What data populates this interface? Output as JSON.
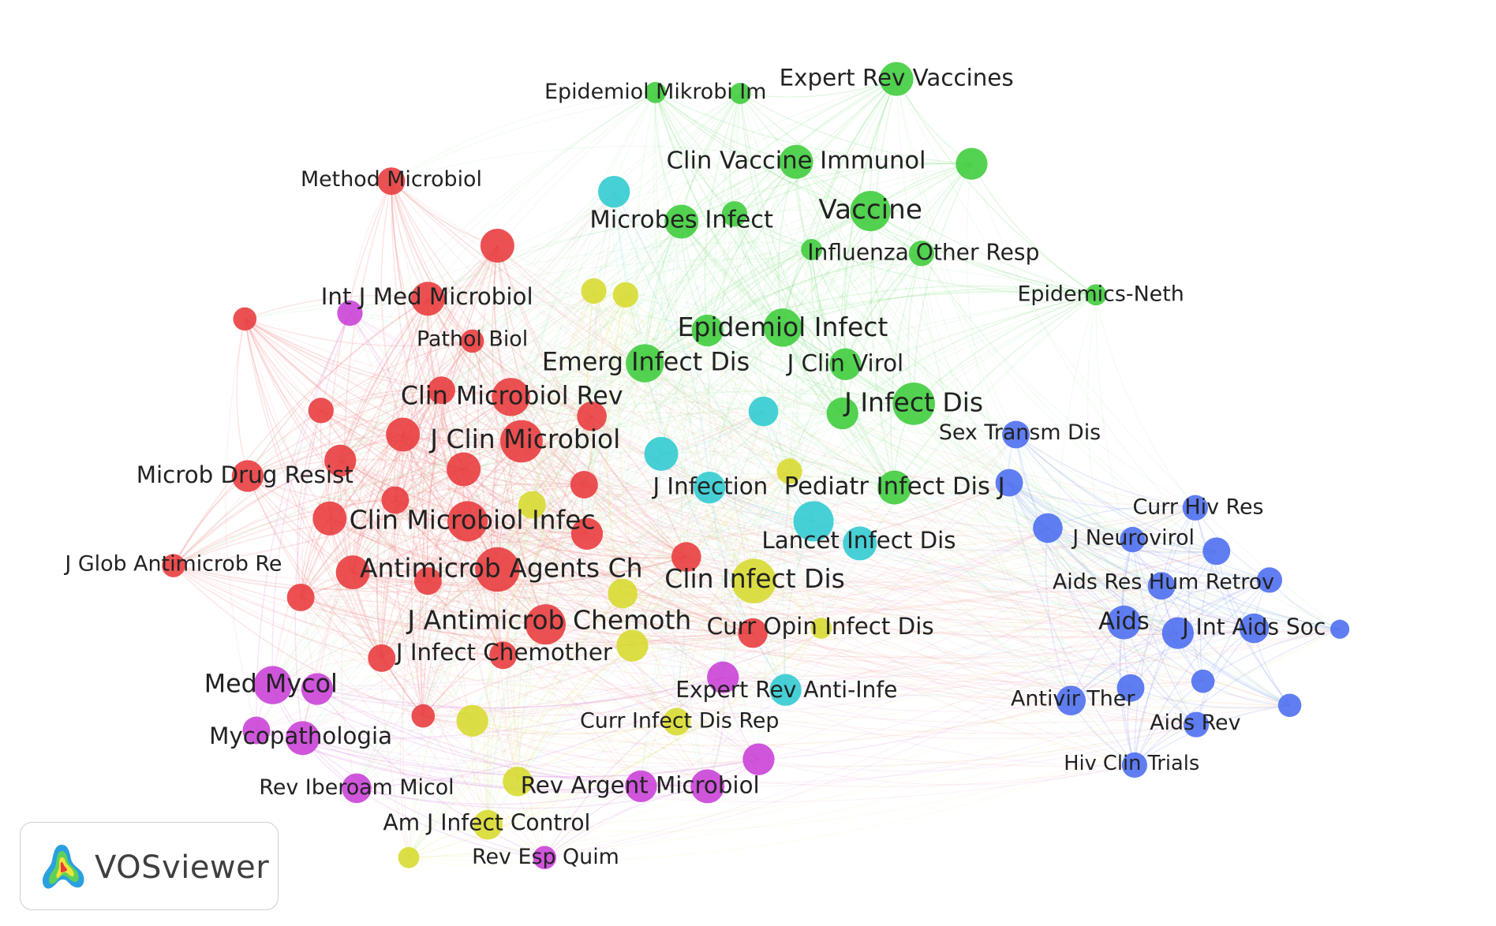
{
  "canvas": {
    "title": ""
  },
  "brand": {
    "name": "VOSviewer"
  },
  "clusters": {
    "red": "#e8393b",
    "green": "#3ccc3a",
    "blue": "#4a6cf0",
    "yellow": "#d7d92c",
    "magenta": "#c83fd6",
    "cyan": "#2ec9d0"
  },
  "nodes": [
    {
      "id": "n1",
      "label": "Epidemiol Mikrobi Im",
      "cluster": "green",
      "weight": 1.0
    },
    {
      "id": "n2",
      "label": "",
      "cluster": "green",
      "weight": 1.0
    },
    {
      "id": "n3",
      "label": "Expert Rev Vaccines",
      "cluster": "green",
      "weight": 1.6
    },
    {
      "id": "n4",
      "label": "Clin Vaccine Immunol",
      "cluster": "green",
      "weight": 1.6
    },
    {
      "id": "n5",
      "label": "",
      "cluster": "green",
      "weight": 1.5
    },
    {
      "id": "n6",
      "label": "Microbes Infect",
      "cluster": "green",
      "weight": 1.6
    },
    {
      "id": "n7",
      "label": "",
      "cluster": "green",
      "weight": 1.2
    },
    {
      "id": "n8",
      "label": "Vaccine",
      "cluster": "green",
      "weight": 1.9
    },
    {
      "id": "n9",
      "label": "",
      "cluster": "green",
      "weight": 1.0
    },
    {
      "id": "n10",
      "label": "Influenza Other Resp",
      "cluster": "green",
      "weight": 1.2
    },
    {
      "id": "n11",
      "label": "Epidemics-Neth",
      "cluster": "green",
      "weight": 1.0
    },
    {
      "id": "n12",
      "label": "Epidemiol Infect",
      "cluster": "green",
      "weight": 1.8
    },
    {
      "id": "n13",
      "label": "",
      "cluster": "green",
      "weight": 1.5
    },
    {
      "id": "n14",
      "label": "Emerg Infect Dis",
      "cluster": "green",
      "weight": 1.8
    },
    {
      "id": "n15",
      "label": "J Clin Virol",
      "cluster": "green",
      "weight": 1.5
    },
    {
      "id": "n16",
      "label": "J Infect Dis",
      "cluster": "green",
      "weight": 2.0
    },
    {
      "id": "n17",
      "label": "",
      "cluster": "green",
      "weight": 1.5
    },
    {
      "id": "n18",
      "label": "Pediatr Infect Dis J",
      "cluster": "green",
      "weight": 1.6
    },
    {
      "id": "n19",
      "label": "Method Microbiol",
      "cluster": "red",
      "weight": 1.3
    },
    {
      "id": "n20",
      "label": "",
      "cluster": "red",
      "weight": 1.6
    },
    {
      "id": "n21",
      "label": "Int J Med Microbiol",
      "cluster": "red",
      "weight": 1.6
    },
    {
      "id": "n22",
      "label": "",
      "cluster": "red",
      "weight": 1.1
    },
    {
      "id": "n23",
      "label": "Pathol Biol",
      "cluster": "red",
      "weight": 1.1
    },
    {
      "id": "n24",
      "label": "Clin Microbiol Rev",
      "cluster": "red",
      "weight": 1.8
    },
    {
      "id": "n25",
      "label": "",
      "cluster": "red",
      "weight": 1.3
    },
    {
      "id": "n26",
      "label": "",
      "cluster": "red",
      "weight": 1.2
    },
    {
      "id": "n27",
      "label": "",
      "cluster": "red",
      "weight": 1.6
    },
    {
      "id": "n28",
      "label": "J Clin Microbiol",
      "cluster": "red",
      "weight": 2.0
    },
    {
      "id": "n29",
      "label": "",
      "cluster": "red",
      "weight": 1.6
    },
    {
      "id": "n30",
      "label": "Microb Drug Resist",
      "cluster": "red",
      "weight": 1.5
    },
    {
      "id": "n31",
      "label": "",
      "cluster": "red",
      "weight": 1.5
    },
    {
      "id": "n32",
      "label": "",
      "cluster": "red",
      "weight": 1.3
    },
    {
      "id": "n33",
      "label": "",
      "cluster": "red",
      "weight": 1.3
    },
    {
      "id": "n34",
      "label": "Clin Microbiol Infec",
      "cluster": "red",
      "weight": 1.9
    },
    {
      "id": "n35",
      "label": "",
      "cluster": "red",
      "weight": 1.6
    },
    {
      "id": "n36",
      "label": "",
      "cluster": "red",
      "weight": 1.5
    },
    {
      "id": "n37",
      "label": "J Glob Antimicrob Re",
      "cluster": "red",
      "weight": 1.1
    },
    {
      "id": "n38",
      "label": "Antimicrob Agents Ch",
      "cluster": "red",
      "weight": 2.1
    },
    {
      "id": "n39",
      "label": "",
      "cluster": "red",
      "weight": 1.6
    },
    {
      "id": "n40",
      "label": "",
      "cluster": "red",
      "weight": 1.3
    },
    {
      "id": "n41",
      "label": "",
      "cluster": "red",
      "weight": 1.3
    },
    {
      "id": "n42",
      "label": "J Antimicrob Chemoth",
      "cluster": "red",
      "weight": 1.9
    },
    {
      "id": "n43",
      "label": "J Infect Chemother",
      "cluster": "red",
      "weight": 1.3
    },
    {
      "id": "n44",
      "label": "",
      "cluster": "red",
      "weight": 1.3
    },
    {
      "id": "n45",
      "label": "Curr Opin Infect Dis",
      "cluster": "red",
      "weight": 1.4
    },
    {
      "id": "n46",
      "label": "",
      "cluster": "red",
      "weight": 1.1
    },
    {
      "id": "n47",
      "label": "",
      "cluster": "red",
      "weight": 1.4
    },
    {
      "id": "n48",
      "label": "",
      "cluster": "red",
      "weight": 1.4
    },
    {
      "id": "n49",
      "label": "J Infection",
      "cluster": "cyan",
      "weight": 1.5
    },
    {
      "id": "n50",
      "label": "",
      "cluster": "cyan",
      "weight": 1.6
    },
    {
      "id": "n51",
      "label": "",
      "cluster": "cyan",
      "weight": 1.5
    },
    {
      "id": "n52",
      "label": "",
      "cluster": "cyan",
      "weight": 1.4
    },
    {
      "id": "n53",
      "label": "Lancet Infect Dis",
      "cluster": "cyan",
      "weight": 1.9
    },
    {
      "id": "n54",
      "label": "Expert Rev Anti-Infe",
      "cluster": "cyan",
      "weight": 1.5
    },
    {
      "id": "n55",
      "label": "",
      "cluster": "cyan",
      "weight": 1.6
    },
    {
      "id": "n56",
      "label": "",
      "cluster": "yellow",
      "weight": 1.2
    },
    {
      "id": "n57",
      "label": "",
      "cluster": "yellow",
      "weight": 1.2
    },
    {
      "id": "n58",
      "label": "",
      "cluster": "yellow",
      "weight": 1.2
    },
    {
      "id": "n59",
      "label": "",
      "cluster": "yellow",
      "weight": 1.3
    },
    {
      "id": "n60",
      "label": "Clin Infect Dis",
      "cluster": "yellow",
      "weight": 2.1
    },
    {
      "id": "n61",
      "label": "",
      "cluster": "yellow",
      "weight": 1.4
    },
    {
      "id": "n62",
      "label": "",
      "cluster": "yellow",
      "weight": 1.5
    },
    {
      "id": "n63",
      "label": "",
      "cluster": "yellow",
      "weight": 1.5
    },
    {
      "id": "n64",
      "label": "Curr Infect Dis Rep",
      "cluster": "yellow",
      "weight": 1.3
    },
    {
      "id": "n65",
      "label": "Am J Infect Control",
      "cluster": "yellow",
      "weight": 1.4
    },
    {
      "id": "n66",
      "label": "",
      "cluster": "yellow",
      "weight": 1.0
    },
    {
      "id": "n67",
      "label": "",
      "cluster": "yellow",
      "weight": 1.4
    },
    {
      "id": "n68",
      "label": "",
      "cluster": "yellow",
      "weight": 1.0
    },
    {
      "id": "n69",
      "label": "",
      "cluster": "magenta",
      "weight": 1.2
    },
    {
      "id": "n70",
      "label": "Med Mycol",
      "cluster": "magenta",
      "weight": 1.8
    },
    {
      "id": "n71",
      "label": "",
      "cluster": "magenta",
      "weight": 1.5
    },
    {
      "id": "n72",
      "label": "Mycopathologia",
      "cluster": "magenta",
      "weight": 1.6
    },
    {
      "id": "n73",
      "label": "",
      "cluster": "magenta",
      "weight": 1.3
    },
    {
      "id": "n74",
      "label": "Rev Iberoam Micol",
      "cluster": "magenta",
      "weight": 1.4
    },
    {
      "id": "n75",
      "label": "Rev Argent Microbiol",
      "cluster": "magenta",
      "weight": 1.6
    },
    {
      "id": "n76",
      "label": "",
      "cluster": "magenta",
      "weight": 1.5
    },
    {
      "id": "n77",
      "label": "",
      "cluster": "magenta",
      "weight": 1.5
    },
    {
      "id": "n78",
      "label": "",
      "cluster": "magenta",
      "weight": 1.5
    },
    {
      "id": "n79",
      "label": "Rev Esp Quim",
      "cluster": "magenta",
      "weight": 1.1
    },
    {
      "id": "n80",
      "label": "Sex Transm Dis",
      "cluster": "blue",
      "weight": 1.3
    },
    {
      "id": "n81",
      "label": "",
      "cluster": "blue",
      "weight": 1.3
    },
    {
      "id": "n82",
      "label": "Curr Hiv Res",
      "cluster": "blue",
      "weight": 1.2
    },
    {
      "id": "n83",
      "label": "",
      "cluster": "blue",
      "weight": 1.4
    },
    {
      "id": "n84",
      "label": "J Neurovirol",
      "cluster": "blue",
      "weight": 1.2
    },
    {
      "id": "n85",
      "label": "",
      "cluster": "blue",
      "weight": 1.3
    },
    {
      "id": "n86",
      "label": "Aids Res Hum Retrov",
      "cluster": "blue",
      "weight": 1.3
    },
    {
      "id": "n87",
      "label": "",
      "cluster": "blue",
      "weight": 1.2
    },
    {
      "id": "n88",
      "label": "Aids",
      "cluster": "blue",
      "weight": 1.6
    },
    {
      "id": "n89",
      "label": "J Int Aids Soc",
      "cluster": "blue",
      "weight": 1.5
    },
    {
      "id": "n90",
      "label": "",
      "cluster": "blue",
      "weight": 1.4
    },
    {
      "id": "n91",
      "label": "",
      "cluster": "blue",
      "weight": 0.9
    },
    {
      "id": "n92",
      "label": "Antivir Ther",
      "cluster": "blue",
      "weight": 1.4
    },
    {
      "id": "n93",
      "label": "",
      "cluster": "blue",
      "weight": 1.3
    },
    {
      "id": "n94",
      "label": "",
      "cluster": "blue",
      "weight": 1.1
    },
    {
      "id": "n95",
      "label": "Aids Rev",
      "cluster": "blue",
      "weight": 1.2
    },
    {
      "id": "n96",
      "label": "",
      "cluster": "blue",
      "weight": 1.1
    },
    {
      "id": "n97",
      "label": "Hiv Clin Trials",
      "cluster": "blue",
      "weight": 1.2
    }
  ]
}
